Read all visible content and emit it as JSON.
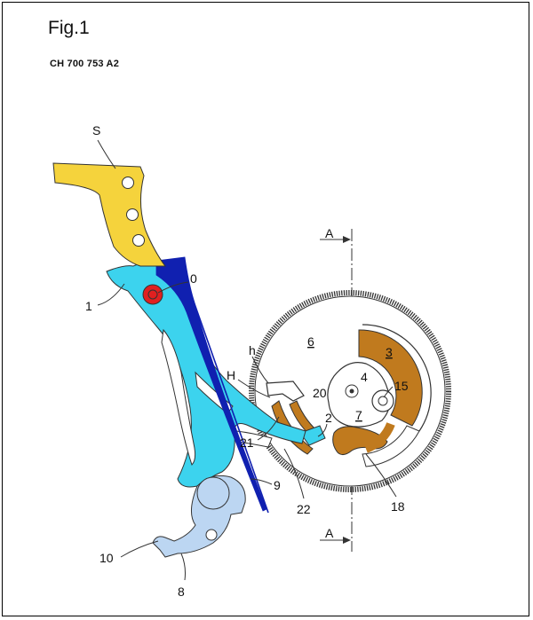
{
  "figure": {
    "title": "Fig.1",
    "patent_number": "CH 700 753 A2"
  },
  "labels": {
    "S": "S",
    "zero": "0",
    "one": "1",
    "A_top": "A",
    "A_bottom": "A",
    "six": "6",
    "three": "3",
    "h": "h",
    "four": "4",
    "fifteen": "15",
    "H": "H",
    "twenty": "20",
    "seven": "7",
    "two": "2",
    "twentyone": "21",
    "nine": "9",
    "twentytwo": "22",
    "eighteen": "18",
    "ten": "10",
    "eight": "8"
  },
  "colors": {
    "hammer_yellow": "#f5d33c",
    "lever_cyan": "#3cd3ee",
    "lever_dark_blue": "#1020b0",
    "pivot_red": "#e02020",
    "cam_brown": "#c07a1e",
    "foot_lightblue": "#bcd6f2",
    "wheel_outline": "#333333"
  }
}
